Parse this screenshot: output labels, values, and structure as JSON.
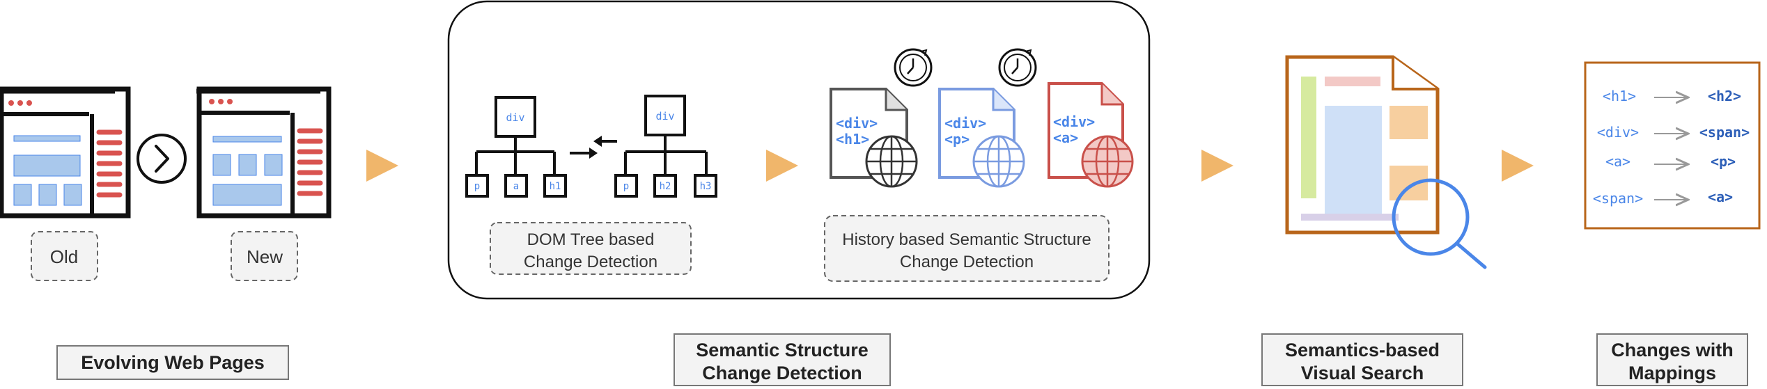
{
  "stage1": {
    "old_label": "Old",
    "new_label": "New",
    "caption": "Evolving Web Pages"
  },
  "stage2": {
    "tree_old": {
      "root": "div",
      "children": [
        "p",
        "a",
        "h1"
      ]
    },
    "tree_new": {
      "root": "div",
      "children": [
        "p",
        "h2",
        "h3"
      ]
    },
    "dom_label_line1": "DOM Tree based",
    "dom_label_line2": "Change Detection",
    "docs": [
      {
        "tags": [
          "<div>",
          "<h1>"
        ],
        "tone": "gray"
      },
      {
        "tags": [
          "<div>",
          "<p>"
        ],
        "tone": "blue"
      },
      {
        "tags": [
          "<div>",
          "<a>"
        ],
        "tone": "red"
      }
    ],
    "history_label_line1": "History based Semantic Structure",
    "history_label_line2": "Change Detection",
    "caption_line1": "Semantic Structure",
    "caption_line2": "Change Detection"
  },
  "stage3": {
    "caption_line1": "Semantics-based",
    "caption_line2": "Visual Search"
  },
  "stage4": {
    "mappings": [
      {
        "from": "<h1>",
        "to": "<h2>"
      },
      {
        "from": "<div>",
        "to": "<span>"
      },
      {
        "from": "<a>",
        "to": "<p>"
      },
      {
        "from": "<span>",
        "to": "<a>"
      }
    ],
    "caption_line1": "Changes with",
    "caption_line2": "Mappings"
  },
  "colors": {
    "arrow": "#f0b66b",
    "line_blue": "#4a86e8",
    "tag_blue": "#4a86e8",
    "red_lines": "#d9534f",
    "block_blue": "#a9c8ec",
    "doc_brown": "#b8651a",
    "gray_dash": "#666666",
    "label_bg": "#f3f3f3"
  }
}
